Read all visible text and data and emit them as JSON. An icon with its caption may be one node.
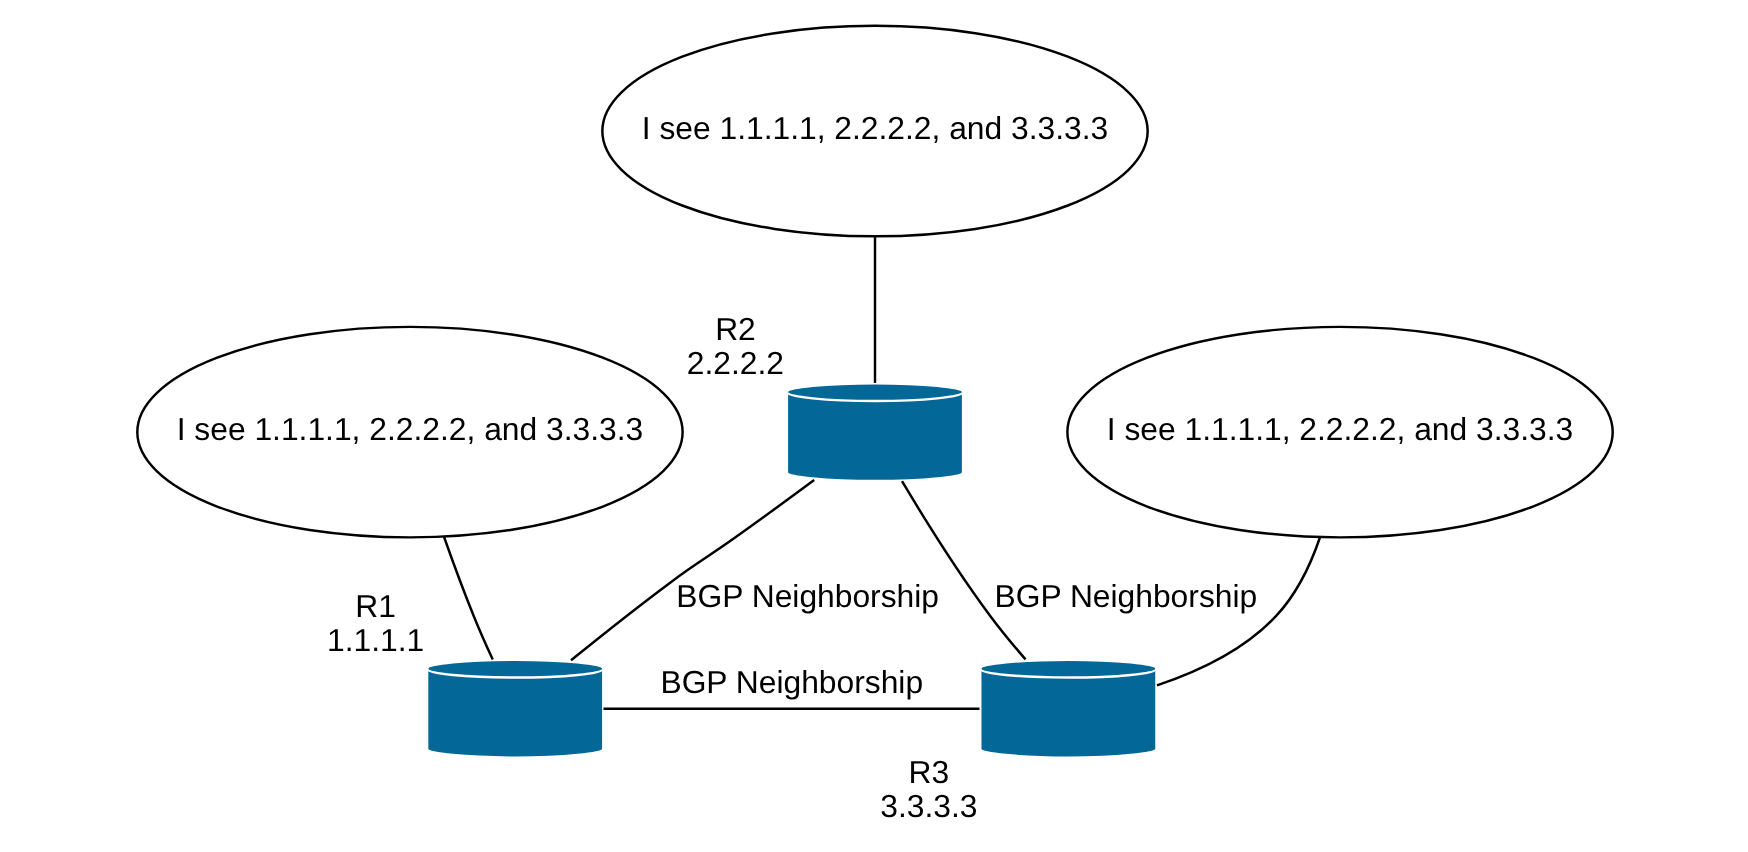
{
  "diagram": {
    "nodes": [
      {
        "text": [
          "I see 1.1.1.1, 2.2.2.2, and 3.3.3.3"
        ]
      },
      {
        "text": [],
        "shape": "cylinder",
        "beside": [
          "R2",
          "2.2.2.2"
        ]
      },
      {
        "text": [
          "I see 1.1.1.1, 2.2.2.2, and 3.3.3.3"
        ]
      },
      {
        "text": [
          "I see 1.1.1.1, 2.2.2.2, and 3.3.3.3"
        ]
      },
      {
        "text": [],
        "shape": "cylinder",
        "beside": [
          "R1",
          "1.1.1.1"
        ]
      },
      {
        "text": [],
        "shape": "cylinder",
        "beside": [
          "R3",
          "3.3.3.3"
        ]
      }
    ],
    "edges": [
      {
        "from": 0,
        "to": 1,
        "arrow": "none"
      },
      {
        "from": 2,
        "to": 4,
        "arrow": "none"
      },
      {
        "from": 3,
        "to": 5,
        "arrow": "none"
      },
      {
        "from": 4,
        "to": 1,
        "arrow": "none",
        "label": "BGP Neighborship"
      },
      {
        "from": 1,
        "to": 5,
        "arrow": "none",
        "label": "BGP Neighborship"
      },
      {
        "from": 4,
        "to": 5,
        "arrow": "none",
        "label": "BGP Neighborship"
      }
    ]
  }
}
